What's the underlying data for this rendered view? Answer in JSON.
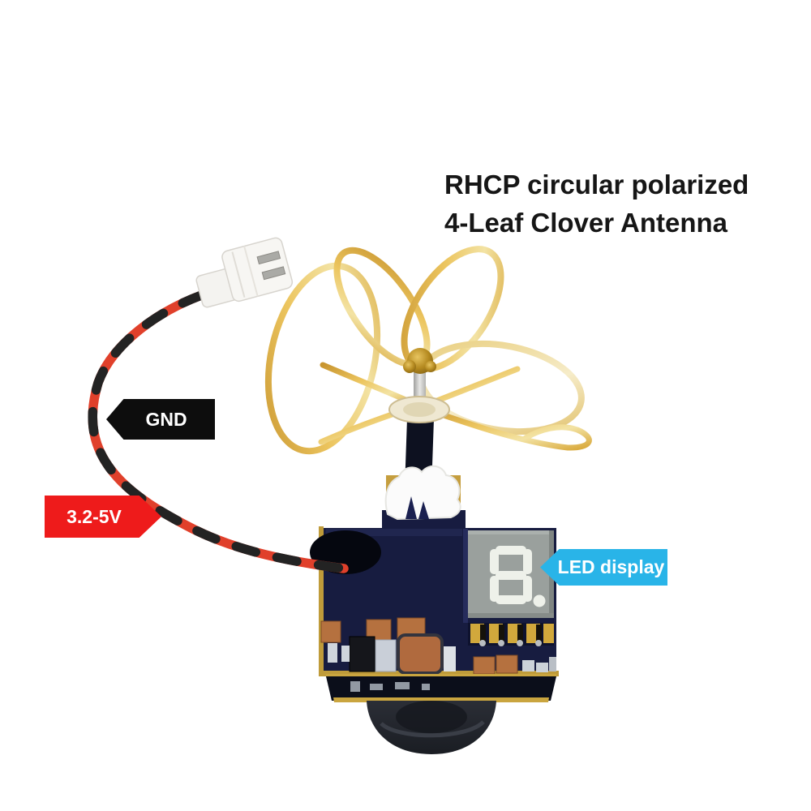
{
  "heading": {
    "line1": "RHCP circular polarized",
    "line2": "4-Leaf Clover Antenna"
  },
  "callouts": {
    "gnd": {
      "label": "GND",
      "color": "#0d0d0d",
      "arrow": "left"
    },
    "voltage": {
      "label": "3.2-5V",
      "color": "#ee1b1b",
      "arrow": "right"
    },
    "led": {
      "label": "LED display",
      "color": "#29b4e8",
      "arrow": "left"
    }
  },
  "device": {
    "led_display_value": "8.",
    "parts": {
      "antenna": "4-leaf-clover-antenna",
      "connector": "jst-2pin-plug",
      "power_wires": "red-black-twisted-pair",
      "board": "vtx-camera-pcb",
      "camera": "camera-lens-barrel"
    }
  },
  "palette": {
    "background": "#ffffff",
    "antenna_gold": "#dfb54a",
    "pcb_navy": "#171c40",
    "pcb_gold_edge": "#bf9b3a",
    "wire_red": "#e0402b",
    "wire_black": "#232323",
    "display_body": "#9aa09d",
    "display_segment": "#eef1ea"
  }
}
